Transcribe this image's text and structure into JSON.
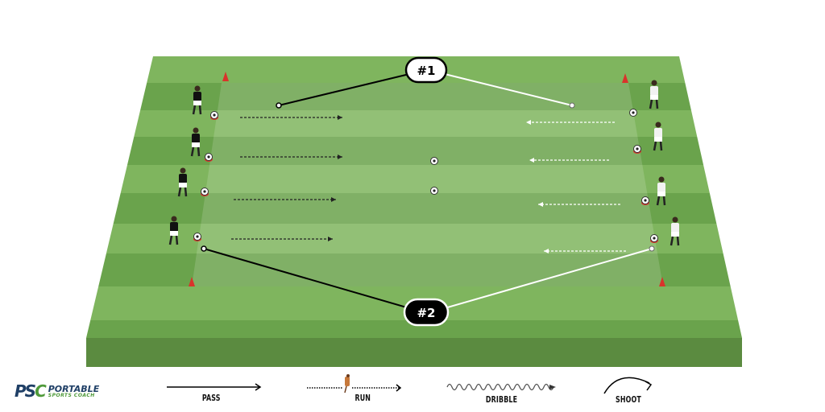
{
  "diagram": {
    "callouts": [
      {
        "label": "#1"
      },
      {
        "label": "#2"
      }
    ],
    "colors": {
      "field_light": "#7fb55e",
      "field_dark": "#6aa34c",
      "inner_light": "#9bc97d",
      "base": "#5a8a3f",
      "cone": "#d9332b"
    }
  },
  "legend": {
    "brand": {
      "mark_a": "PS",
      "mark_b": "C",
      "name": "PORTABLE",
      "tagline": "SPORTS COACH"
    },
    "items": [
      {
        "label": "Pass",
        "icon": "solid-arrow"
      },
      {
        "label": "Run",
        "icon": "dotted-arrow-runner"
      },
      {
        "label": "Dribble",
        "icon": "wavy-arrow"
      },
      {
        "label": "Shoot",
        "icon": "curved-arrow"
      }
    ]
  }
}
